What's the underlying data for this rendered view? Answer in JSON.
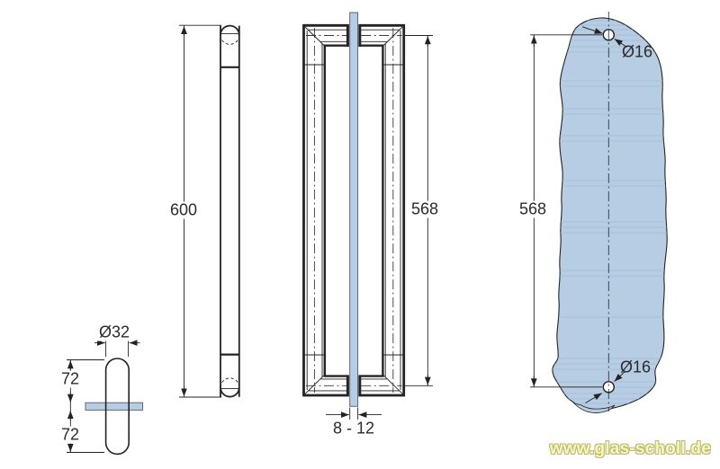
{
  "views": {
    "side": {
      "length": "600"
    },
    "detail": {
      "diameter": "Ø32",
      "offset_top": "72",
      "offset_bottom": "72"
    },
    "section": {
      "hole_distance": "568",
      "glass_thickness_range": "8 - 12"
    },
    "glass_panel": {
      "hole_distance": "568",
      "hole_diameter_top": "Ø16",
      "hole_diameter_bottom": "Ø16"
    }
  },
  "watermark": "www.glas-scholl.de",
  "colors": {
    "line": "#232323",
    "glass": "#b7cde4",
    "glass_streak": "#a0bad4",
    "watermark_fill": "#f8f8b4",
    "watermark_outline": "#b9b97c"
  }
}
